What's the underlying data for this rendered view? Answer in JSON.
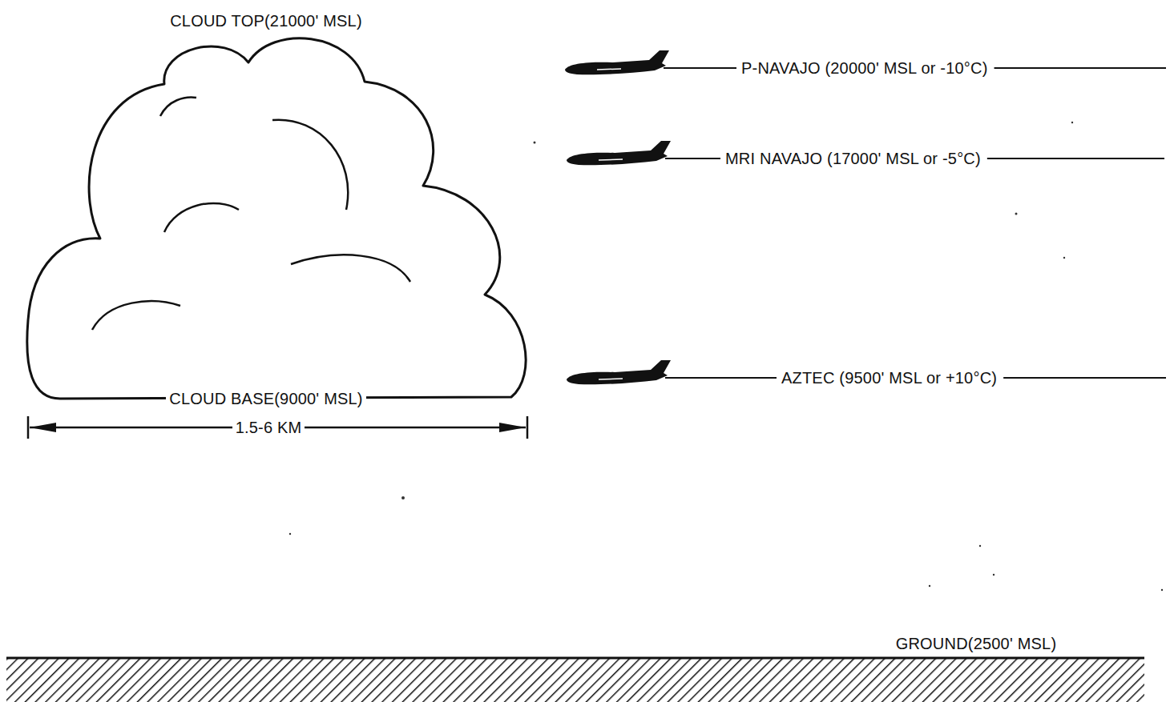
{
  "diagram": {
    "nodes": [
      {
        "text": [
          "CLOUD TOP(21000' MSL)",
          "CLOUD BASE(9000' MSL)"
        ]
      },
      {
        "text": [
          "GROUND(2500' MSL)"
        ]
      }
    ],
    "labels": [
      "P-NAVAJO (20000' MSL or -10°C)",
      "MRI NAVAJO (17000' MSL or -5°C)",
      "AZTEC (9500' MSL or +10°C)",
      "1.5-6 KM"
    ]
  }
}
